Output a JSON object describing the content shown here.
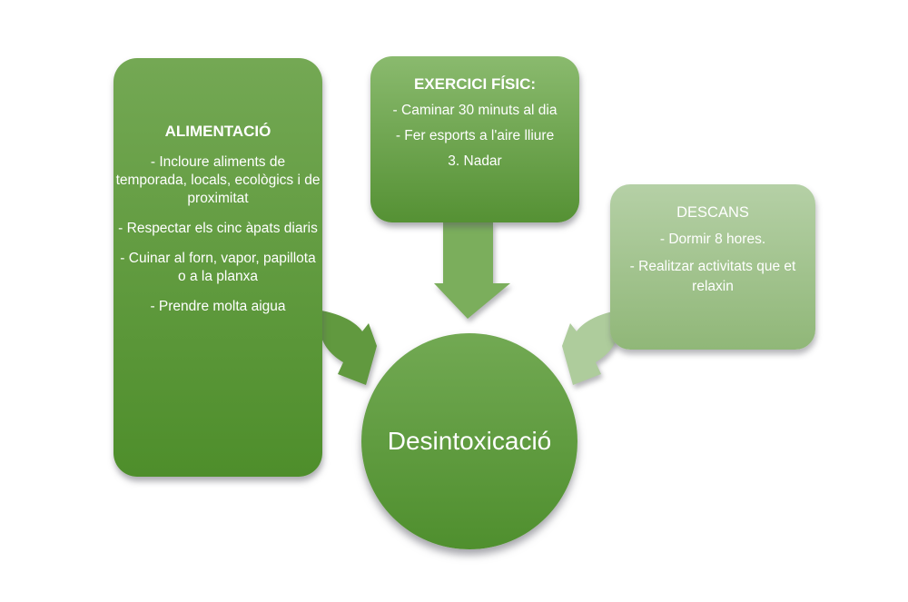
{
  "page": {
    "background": "#ffffff"
  },
  "diagram": {
    "boxes": {
      "alimentacio": {
        "title": "ALIMENTACIÓ",
        "items": [
          "- Incloure aliments de temporada, locals, ecològics i de proximitat",
          "- Respectar els cinc àpats diaris",
          "- Cuinar al forn, vapor, papillota o a la planxa",
          "- Prendre molta aigua"
        ],
        "color_top": "#74a854",
        "color_bottom": "#4e8e2b"
      },
      "exercici": {
        "title": "EXERCICI FÍSIC:",
        "items": [
          "- Caminar 30 minuts al dia",
          "- Fer esports a l'aire lliure",
          "3. Nadar"
        ],
        "color_top": "#8aba6e",
        "color_bottom": "#559134"
      },
      "descans": {
        "title": "DESCANS",
        "items": [
          "- Dormir 8 hores.",
          "- Realitzar activitats que et relaxin"
        ],
        "color_top": "#b5d0a6",
        "color_bottom": "#90b778"
      }
    },
    "center": {
      "label": "Desintoxicació",
      "color_top": "#72a953",
      "color_bottom": "#4f8f2e"
    },
    "arrows": {
      "left": {
        "color": "#61993f"
      },
      "middle": {
        "color": "#7bae5c"
      },
      "right": {
        "color": "#aecc9c"
      }
    },
    "text_color": "#ffffff"
  }
}
